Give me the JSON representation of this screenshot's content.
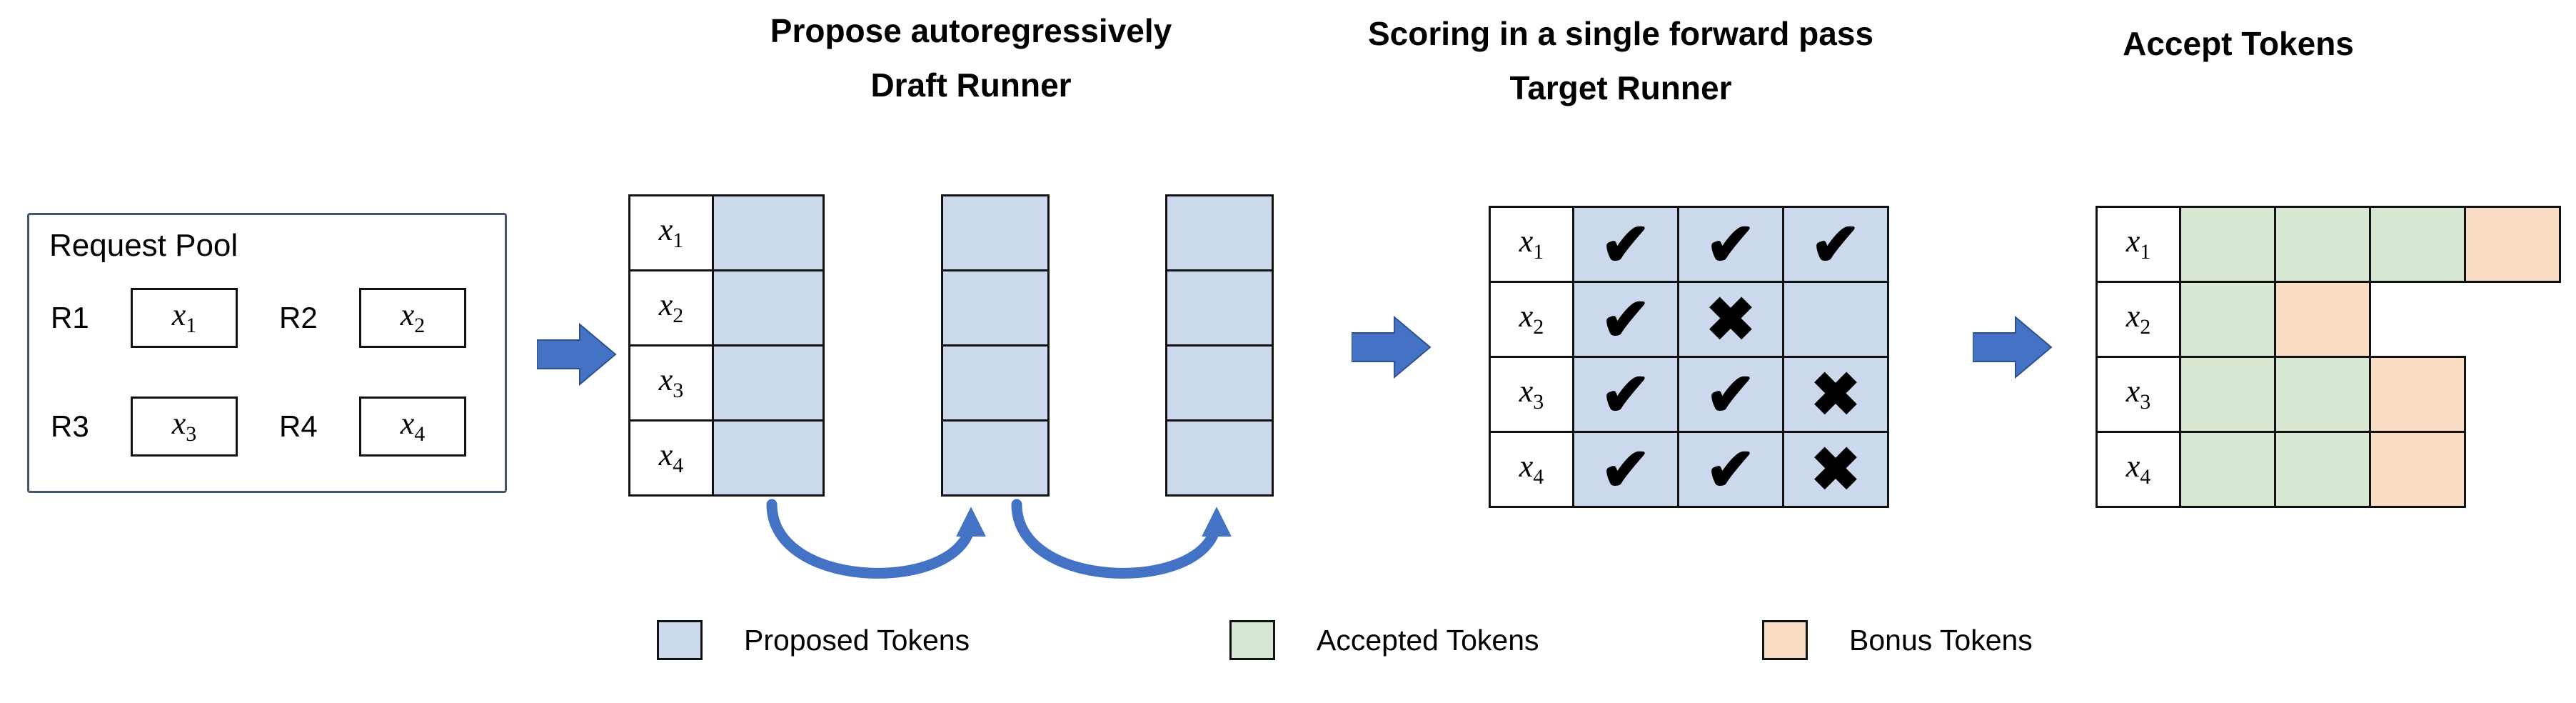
{
  "titles": {
    "propose_line1": "Propose autoregressively",
    "propose_line2": "Draft Runner",
    "scoring_line1": "Scoring in a single forward pass",
    "scoring_line2": "Target Runner",
    "accept": "Accept Tokens"
  },
  "token_base": "x",
  "request_pool": {
    "title": "Request Pool",
    "requests": [
      {
        "id": "R1",
        "sub": "1"
      },
      {
        "id": "R2",
        "sub": "2"
      },
      {
        "id": "R3",
        "sub": "3"
      },
      {
        "id": "R4",
        "sub": "4"
      }
    ]
  },
  "draft_runner": {
    "row_subs": [
      "1",
      "2",
      "3",
      "4"
    ],
    "extra_columns": 2
  },
  "target_runner": {
    "rows": [
      {
        "sub": "1",
        "marks": [
          "check",
          "check",
          "check"
        ]
      },
      {
        "sub": "2",
        "marks": [
          "check",
          "cross",
          "none"
        ]
      },
      {
        "sub": "3",
        "marks": [
          "check",
          "check",
          "cross"
        ]
      },
      {
        "sub": "4",
        "marks": [
          "check",
          "check",
          "cross"
        ]
      }
    ]
  },
  "accept_tokens": {
    "rows": [
      {
        "sub": "1",
        "cells": [
          "accepted",
          "accepted",
          "accepted",
          "bonus"
        ]
      },
      {
        "sub": "2",
        "cells": [
          "accepted",
          "bonus"
        ]
      },
      {
        "sub": "3",
        "cells": [
          "accepted",
          "accepted",
          "bonus"
        ]
      },
      {
        "sub": "4",
        "cells": [
          "accepted",
          "accepted",
          "bonus"
        ]
      }
    ]
  },
  "glyphs": {
    "check": "✔",
    "cross": "✖",
    "none": ""
  },
  "legend": [
    {
      "type": "proposed",
      "label": "Proposed Tokens"
    },
    {
      "type": "accepted",
      "label": "Accepted Tokens"
    },
    {
      "type": "bonus",
      "label": "Bonus Tokens"
    }
  ],
  "colors": {
    "proposed": "#ccd8ec",
    "accepted": "#d8e7d3",
    "bonus": "#f9dcc4",
    "arrow_fill": "#4472c4",
    "arrow_stroke": "#2f528f"
  }
}
